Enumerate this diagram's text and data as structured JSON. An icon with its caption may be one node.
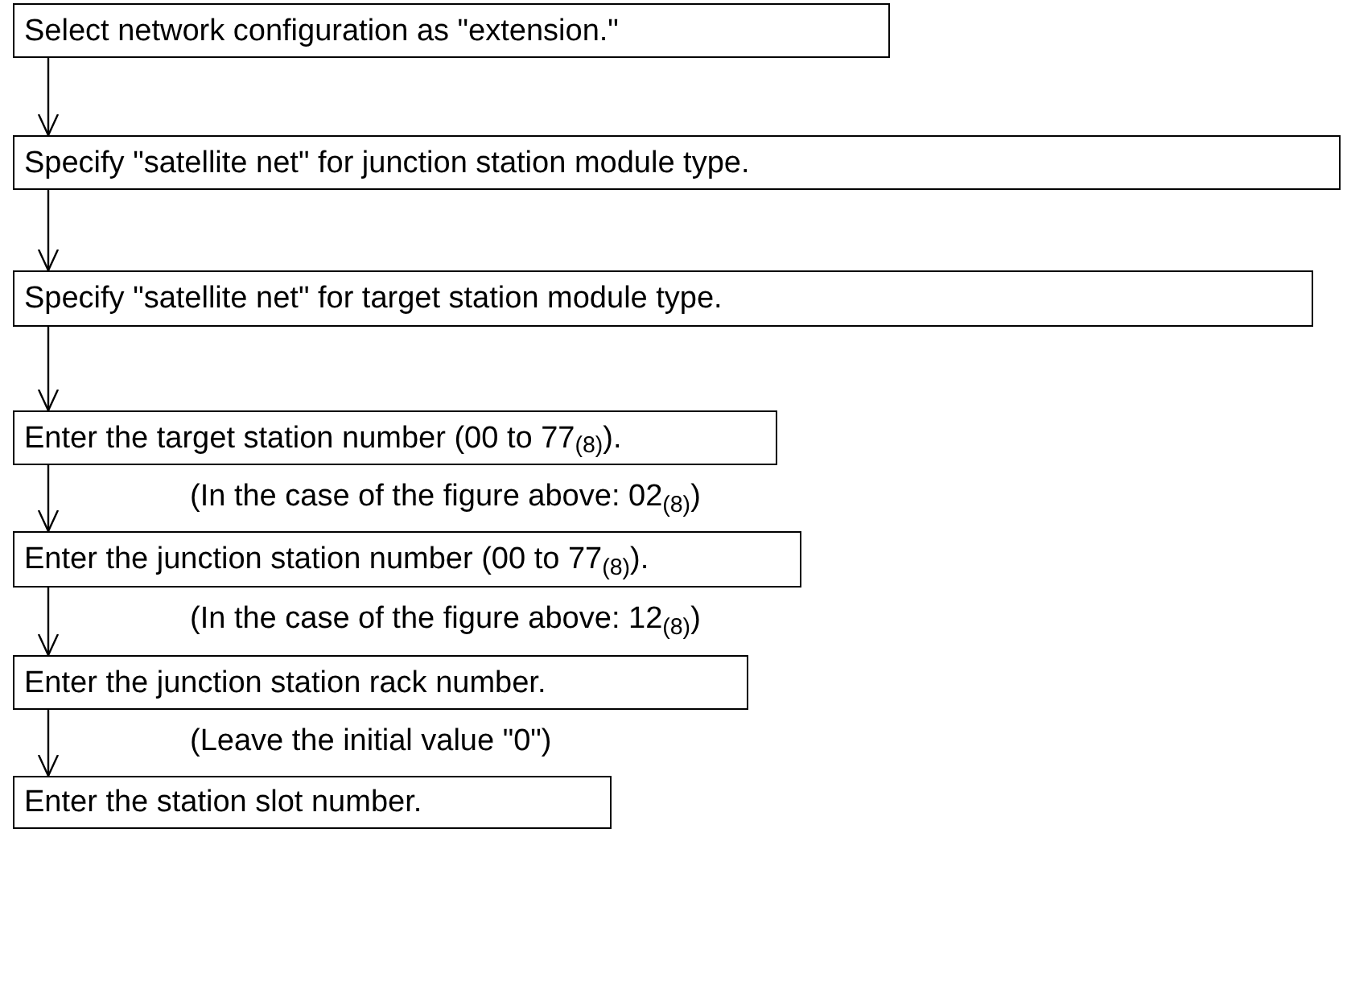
{
  "diagram": {
    "nodes": [
      {
        "text": [
          "Select network configuration as \"extension.\""
        ]
      },
      {
        "text": [
          "Specify \"satellite net\" for junction station module type."
        ]
      },
      {
        "text": [
          "Specify \"satellite net\" for target station module type."
        ]
      },
      {
        "text": [
          "Enter the target station number (00 to 77$_{(8)}$)."
        ],
        "beside": [
          "(In the case of the figure above: 02$_{(8)}$)"
        ]
      },
      {
        "text": [
          "Enter the junction station number (00 to 77$_{(8)}$)."
        ],
        "beside": [
          "(In the case of the figure above: 12$_{(8)}$)"
        ]
      },
      {
        "text": [
          "Enter the junction station rack number."
        ],
        "beside": [
          "(Leave the initial value \"0\")"
        ]
      },
      {
        "text": [
          "Enter the station slot number."
        ]
      }
    ],
    "edges": [
      {
        "from": 0,
        "to": 1,
        "arrow": "to"
      },
      {
        "from": 1,
        "to": 2,
        "arrow": "to"
      },
      {
        "from": 2,
        "to": 3,
        "arrow": "to"
      },
      {
        "from": 3,
        "to": 4,
        "arrow": "to"
      },
      {
        "from": 4,
        "to": 5,
        "arrow": "to"
      },
      {
        "from": 5,
        "to": 6,
        "arrow": "to"
      }
    ]
  }
}
